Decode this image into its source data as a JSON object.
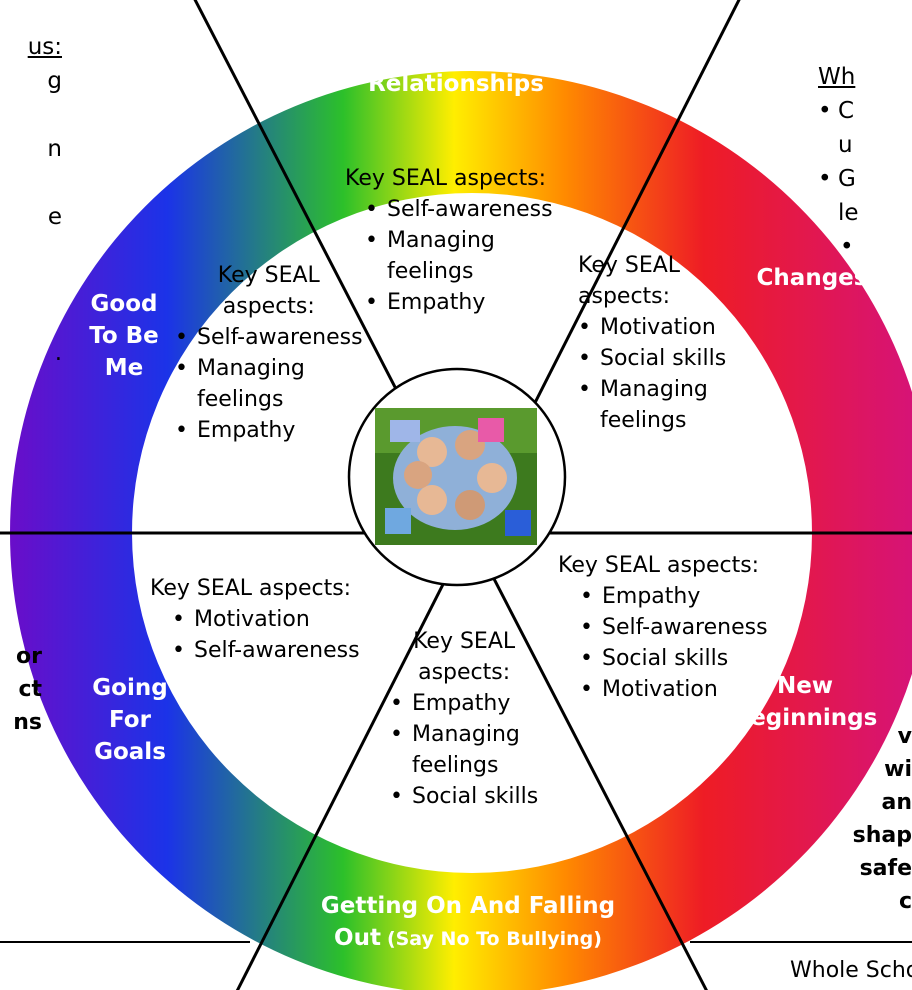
{
  "colors": {
    "purple": "#6a0dc9",
    "blue": "#1b33e8",
    "green": "#2cc02a",
    "yellow": "#ffee00",
    "orange": "#ff8a00",
    "red": "#ee1c25",
    "magenta": "#d4127f",
    "text_white": "#ffffff"
  },
  "center_image": {
    "icon": "group-of-children-photo"
  },
  "sectors": [
    {
      "label_lines": [
        "Relationships"
      ],
      "aspects": {
        "heading_lines": [
          "Key SEAL aspects:"
        ],
        "items": [
          [
            "Self-awareness"
          ],
          [
            "Managing",
            "feelings"
          ],
          [
            "Empathy"
          ]
        ]
      }
    },
    {
      "label_lines": [
        "Changes"
      ],
      "aspects": {
        "heading_lines": [
          "Key SEAL",
          "aspects:"
        ],
        "items": [
          [
            "Motivation"
          ],
          [
            "Social skills"
          ],
          [
            "Managing",
            "feelings"
          ]
        ]
      }
    },
    {
      "label_lines": [
        "New",
        "Beginnings"
      ],
      "aspects": {
        "heading_lines": [
          "Key SEAL aspects:"
        ],
        "items": [
          [
            "Empathy"
          ],
          [
            "Self-awareness"
          ],
          [
            "Social skills"
          ],
          [
            "Motivation"
          ]
        ]
      }
    },
    {
      "label_lines": [
        "Getting On And Falling",
        "Out"
      ],
      "label_suffix": "(Say No To Bullying)",
      "aspects": {
        "heading_lines": [
          "Key SEAL",
          "aspects:"
        ],
        "items": [
          [
            "Empathy"
          ],
          [
            "Managing",
            "feelings"
          ],
          [
            "Social skills"
          ]
        ]
      }
    },
    {
      "label_lines": [
        "Going",
        "For",
        "Goals"
      ],
      "aspects": {
        "heading_lines": [
          "Key SEAL aspects:"
        ],
        "items": [
          [
            "Motivation"
          ],
          [
            "Self-awareness"
          ]
        ]
      }
    },
    {
      "label_lines": [
        "Good",
        "To Be",
        "Me"
      ],
      "aspects": {
        "heading_lines": [
          "Key SEAL",
          "aspects:"
        ],
        "items": [
          [
            "Self-awareness"
          ],
          [
            "Managing",
            "feelings"
          ],
          [
            "Empathy"
          ]
        ]
      }
    }
  ],
  "left_fragment": {
    "heading": "us:",
    "lines": [
      "g",
      "",
      "n",
      "",
      "e",
      "",
      "",
      "",
      "."
    ],
    "bold_lines": [
      "or",
      "ct",
      "ns"
    ]
  },
  "right_fragment": {
    "heading": "Wh",
    "items": [
      {
        "bullet": true,
        "lines": [
          "C",
          "u"
        ]
      },
      {
        "bullet": true,
        "lines": [
          "G",
          "le"
        ]
      },
      {
        "bullet": true,
        "lines": [
          ""
        ]
      }
    ],
    "bold_lines": [
      "v",
      "wi",
      "an",
      "shap",
      "safe",
      "c"
    ],
    "bottom_text": "Whole School"
  }
}
